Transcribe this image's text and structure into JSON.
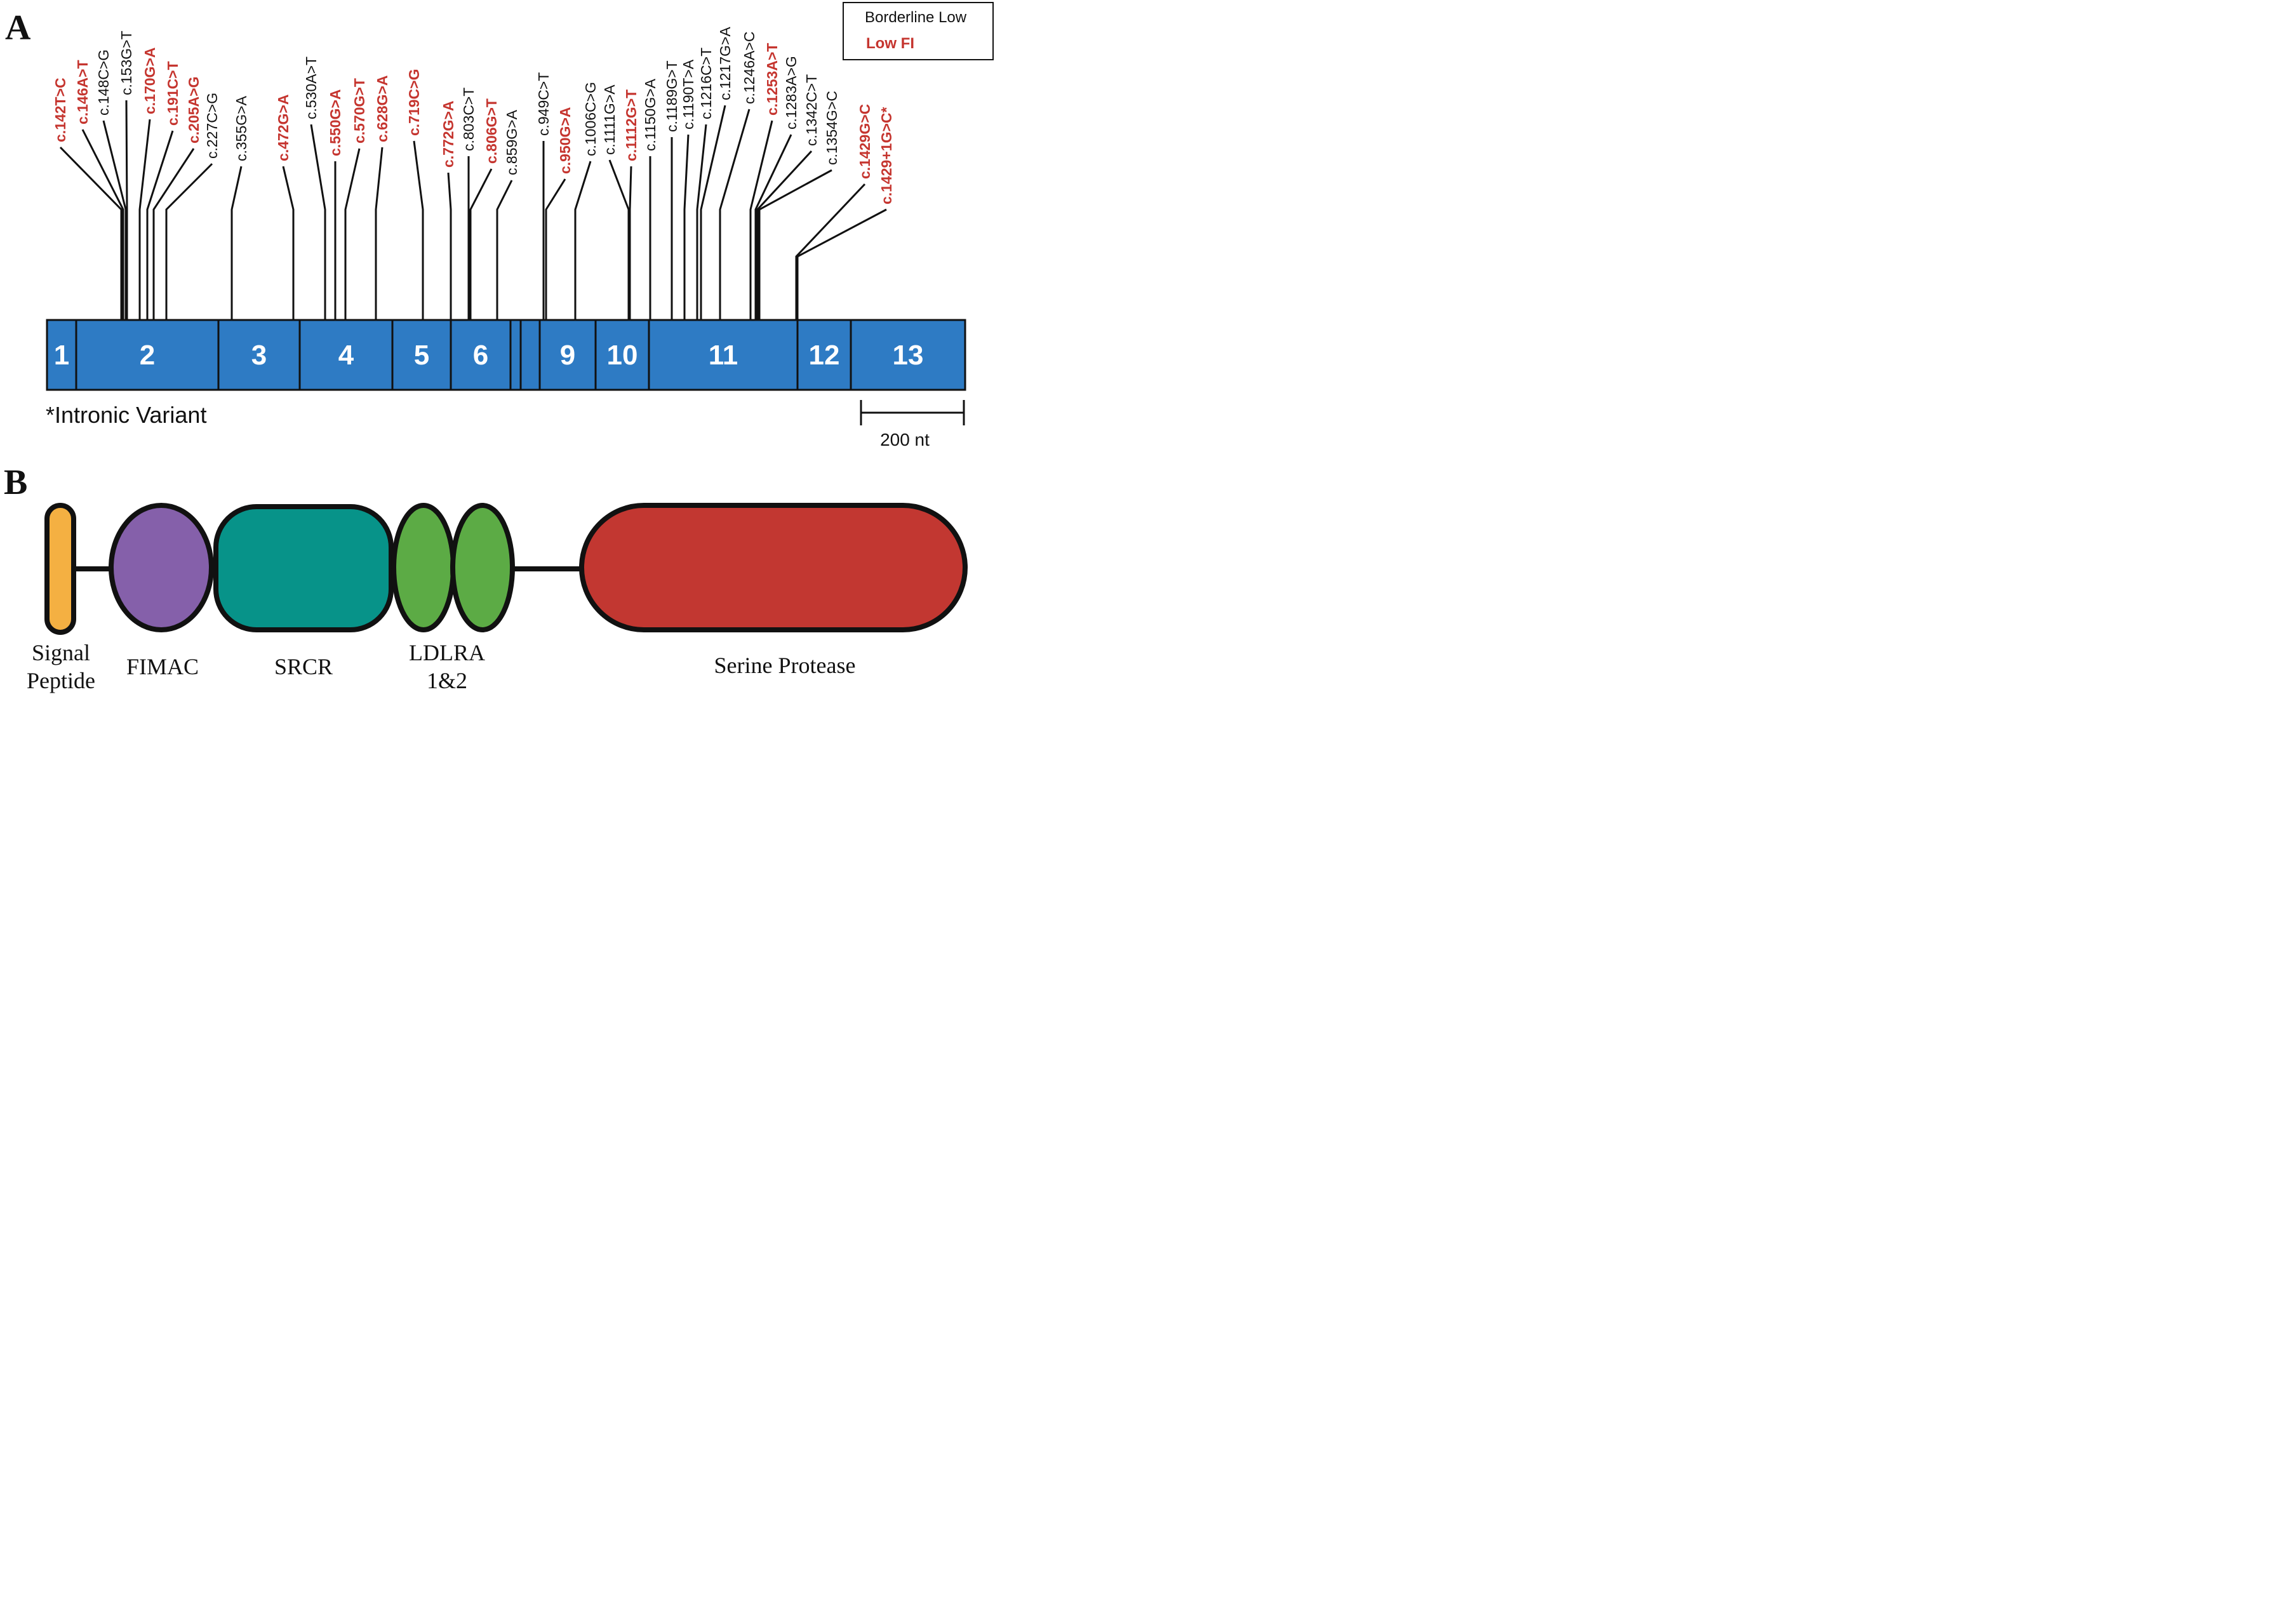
{
  "colors": {
    "exon_fill": "#2e7bc4",
    "low_fi": "#c5352f",
    "borderline_low": "#111111",
    "signal_peptide": "#f4b042",
    "fimac": "#8560aa",
    "srcr": "#079389",
    "ldlra": "#5cab45",
    "serine_protease": "#c23731"
  },
  "panel_a": {
    "label": "A",
    "legend": {
      "borderline_low": "Borderline Low",
      "low_fi": "Low FI"
    },
    "footnote": "*Intronic Variant",
    "scale_bar": "200 nt",
    "exons": [
      "1",
      "2",
      "3",
      "4",
      "5",
      "6",
      "",
      "",
      "9",
      "10",
      "11",
      "12",
      "13"
    ],
    "variants": [
      {
        "name": "c.142T>C",
        "class": "low_fi"
      },
      {
        "name": "c.146A>T",
        "class": "low_fi"
      },
      {
        "name": "c.148C>G",
        "class": "borderline_low"
      },
      {
        "name": "c.153G>T",
        "class": "borderline_low"
      },
      {
        "name": "c.170G>A",
        "class": "low_fi"
      },
      {
        "name": "c.191C>T",
        "class": "low_fi"
      },
      {
        "name": "c.205A>G",
        "class": "low_fi"
      },
      {
        "name": "c.227C>G",
        "class": "borderline_low"
      },
      {
        "name": "c.355G>A",
        "class": "borderline_low"
      },
      {
        "name": "c.472G>A",
        "class": "low_fi"
      },
      {
        "name": "c.530A>T",
        "class": "borderline_low"
      },
      {
        "name": "c.550G>A",
        "class": "low_fi"
      },
      {
        "name": "c.570G>T",
        "class": "low_fi"
      },
      {
        "name": "c.628G>A",
        "class": "low_fi"
      },
      {
        "name": "c.719C>G",
        "class": "low_fi"
      },
      {
        "name": "c.772G>A",
        "class": "low_fi"
      },
      {
        "name": "c.803C>T",
        "class": "borderline_low"
      },
      {
        "name": "c.806G>T",
        "class": "low_fi"
      },
      {
        "name": "c.859G>A",
        "class": "borderline_low"
      },
      {
        "name": "c.949C>T",
        "class": "borderline_low"
      },
      {
        "name": "c.950G>A",
        "class": "low_fi"
      },
      {
        "name": "c.1006C>G",
        "class": "borderline_low"
      },
      {
        "name": "c.1111G>A",
        "class": "borderline_low"
      },
      {
        "name": "c.1112G>T",
        "class": "low_fi"
      },
      {
        "name": "c.1150G>A",
        "class": "borderline_low"
      },
      {
        "name": "c.1189G>T",
        "class": "borderline_low"
      },
      {
        "name": "c.1190T>A",
        "class": "borderline_low"
      },
      {
        "name": "c.1216C>T",
        "class": "borderline_low"
      },
      {
        "name": "c.1217G>A",
        "class": "borderline_low"
      },
      {
        "name": "c.1246A>C",
        "class": "borderline_low"
      },
      {
        "name": "c.1253A>T",
        "class": "low_fi"
      },
      {
        "name": "c.1283A>G",
        "class": "borderline_low"
      },
      {
        "name": "c.1342C>T",
        "class": "borderline_low"
      },
      {
        "name": "c.1354G>C",
        "class": "borderline_low"
      },
      {
        "name": "c.1429G>C",
        "class": "low_fi"
      },
      {
        "name": "c.1429+1G>C*",
        "class": "low_fi"
      }
    ]
  },
  "panel_b": {
    "label": "B",
    "domains": {
      "signal_peptide": [
        "Signal",
        "Peptide"
      ],
      "fimac": "FIMAC",
      "srcr": "SRCR",
      "ldlra": [
        "LDLRA",
        "1&2"
      ],
      "serine_protease": "Serine Protease"
    }
  }
}
